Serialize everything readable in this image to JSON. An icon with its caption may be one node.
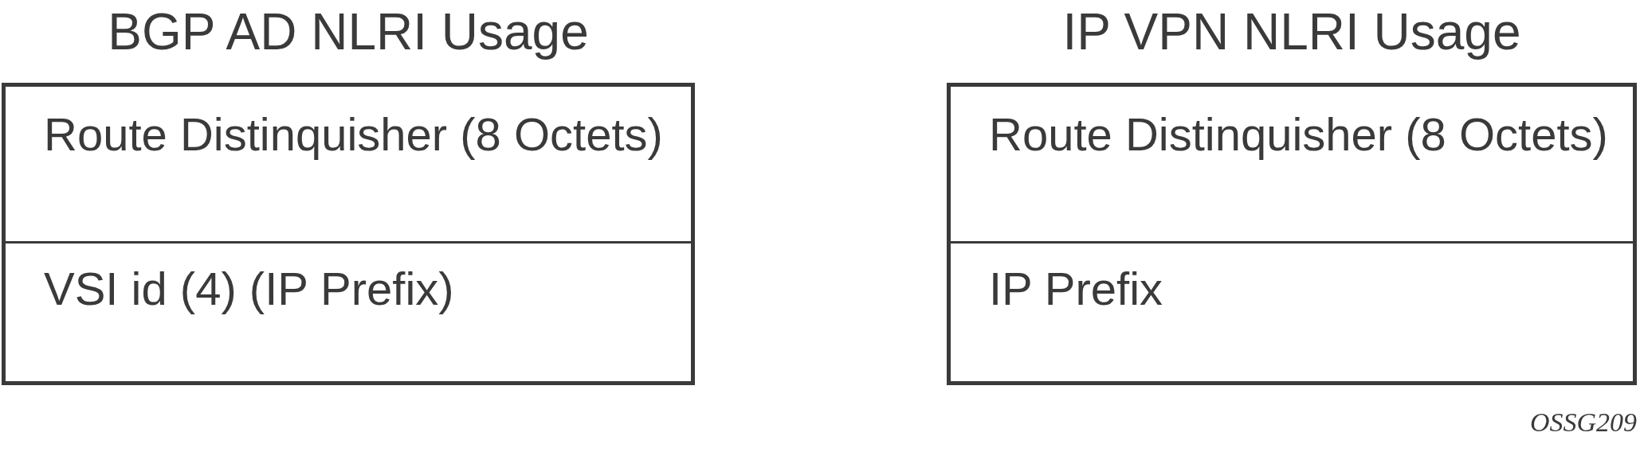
{
  "diagram": {
    "nodes": [
      {
        "text": [
          "BGP AD NLRI Usage"
        ]
      },
      {
        "text": [
          "Route Distinquisher (8 Octets)"
        ],
        "in": 0
      },
      {
        "text": [
          "VSI id (4) (IP Prefix)"
        ],
        "in": 0
      },
      {
        "text": [
          "IP VPN NLRI Usage"
        ]
      },
      {
        "text": [
          "Route Distinquisher (8 Octets)"
        ],
        "in": 3
      },
      {
        "text": [
          "IP Prefix"
        ],
        "in": 3
      }
    ],
    "labels": [
      "OSSG209"
    ]
  }
}
